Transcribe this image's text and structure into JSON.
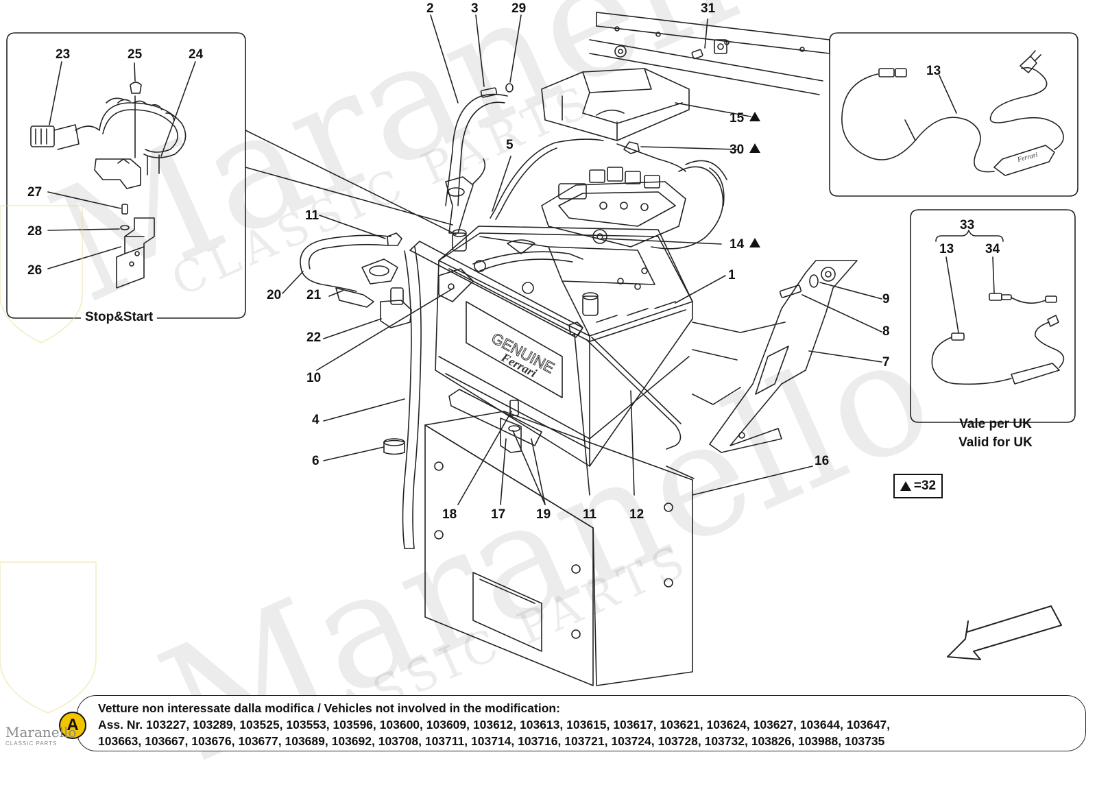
{
  "callouts": {
    "n1": "1",
    "n2": "2",
    "n3": "3",
    "n4": "4",
    "n5": "5",
    "n6": "6",
    "n7": "7",
    "n8": "8",
    "n9": "9",
    "n10": "10",
    "n11a": "11",
    "n11b": "11",
    "n12": "12",
    "n13a": "13",
    "n13b": "13",
    "n14": "14",
    "n15": "15",
    "n16": "16",
    "n17": "17",
    "n18": "18",
    "n19": "19",
    "n20": "20",
    "n21": "21",
    "n22": "22",
    "n23": "23",
    "n24": "24",
    "n25": "25",
    "n26": "26",
    "n27": "27",
    "n28": "28",
    "n29": "29",
    "n30": "30",
    "n31": "31",
    "n33": "33",
    "n34": "34"
  },
  "panels": {
    "stop_start": "Stop&Start",
    "uk_it": "Vale per UK",
    "uk_en": "Valid for UK"
  },
  "legend": {
    "text": "=32"
  },
  "battery_label": {
    "genuine": "GENUINE",
    "ferrari": "Ferrari"
  },
  "charger_label": "Ferrari",
  "note": {
    "badge": "A",
    "line1": "Vetture non interessate dalla modifica / Vehicles not involved in the modification:",
    "line2": "Ass. Nr. 103227, 103289, 103525, 103553, 103596, 103600, 103609, 103612, 103613, 103615, 103617, 103621, 103624, 103627, 103644, 103647,",
    "line3": "103663, 103667, 103676, 103677, 103689, 103692, 103708, 103711, 103714, 103716, 103721, 103724, 103728, 103732, 103826, 103988, 103735"
  },
  "watermark": {
    "big": "Maranello",
    "sub": "CLASSIC PARTS"
  },
  "brand": {
    "name": "Maranello",
    "sub": "CLASSIC PARTS"
  }
}
